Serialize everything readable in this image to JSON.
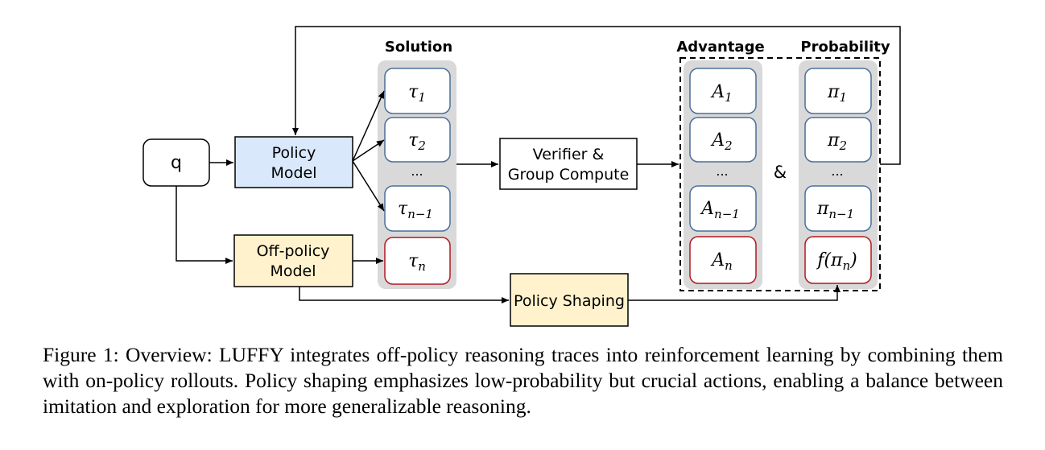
{
  "headers": {
    "solution": "Solution",
    "advantage": "Advantage",
    "probability": "Probability"
  },
  "boxes": {
    "q": "q",
    "policy_model": [
      "Policy",
      "Model"
    ],
    "off_policy_model": [
      "Off-policy",
      "Model"
    ],
    "verifier": [
      "Verifier &",
      "Group Compute"
    ],
    "policy_shaping": "Policy Shaping",
    "ampersand": "&"
  },
  "solutions": {
    "items": [
      {
        "sym": "τ",
        "sub": "1"
      },
      {
        "sym": "τ",
        "sub": "2"
      },
      {
        "sym": "τ",
        "sub": "n−1"
      },
      {
        "sym": "τ",
        "sub": "n"
      }
    ],
    "ellipsis": "..."
  },
  "advantages": {
    "items": [
      {
        "sym": "A",
        "sub": "1"
      },
      {
        "sym": "A",
        "sub": "2"
      },
      {
        "sym": "A",
        "sub": "n−1"
      },
      {
        "sym": "A",
        "sub": "n"
      }
    ],
    "ellipsis": "..."
  },
  "probabilities": {
    "items": [
      {
        "sym": "π",
        "sub": "1"
      },
      {
        "sym": "π",
        "sub": "2"
      },
      {
        "sym": "π",
        "sub": "n−1"
      },
      {
        "pre": "f(",
        "sym": "π",
        "sub": "n",
        "post": ")"
      }
    ],
    "ellipsis": "..."
  },
  "caption": "Figure 1: Overview: LUFFY integrates off-policy reasoning traces into reinforcement learning by combining them with on-policy rollouts. Policy shaping emphasizes low-probability but crucial actions, enabling a balance between imitation and exploration for more generalizable reasoning.",
  "colors": {
    "policy_fill": "#dae8fc",
    "offpolicy_fill": "#fff2cc",
    "column_bg": "#d9d9d9",
    "onpolicy_border": "#4a6f9a",
    "offpolicy_border": "#b0191f"
  }
}
